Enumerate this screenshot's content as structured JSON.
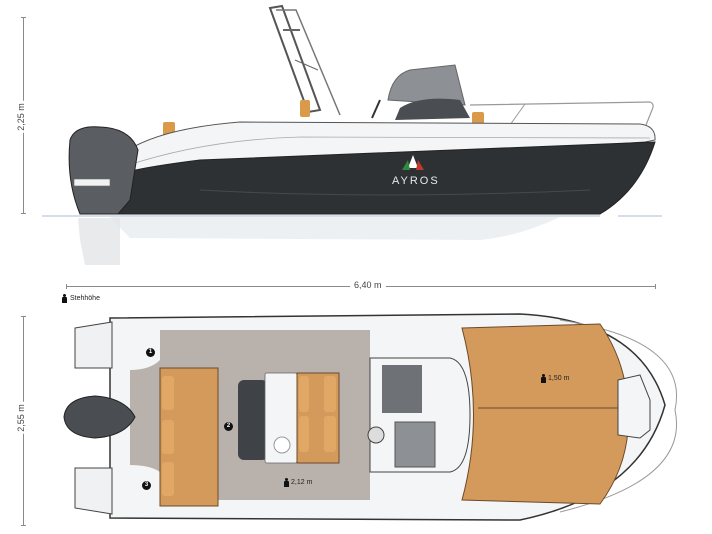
{
  "drawing": {
    "subject": "AYROS boat side and top view",
    "brand": "AYROS",
    "side_view": {
      "height_dimension": "2,25 m",
      "length_dimension": "6,40 m"
    },
    "top_view": {
      "beam_dimension": "2,55 m",
      "legend": {
        "icon": "standing-person-icon",
        "label": "Stehhöhe"
      },
      "markers": [
        {
          "number": "1"
        },
        {
          "number": "2"
        },
        {
          "number": "3"
        }
      ],
      "headroom_labels": [
        {
          "value": "2,12 m"
        },
        {
          "value": "1,50 m"
        }
      ]
    },
    "colors": {
      "hull": "#2e3134",
      "deck": "#f4f5f6",
      "teak": "#d39a5c",
      "cockpit_floor": "#b9b1ab",
      "cushion": "#e1a765",
      "waterline": "#a9bfd4",
      "engine": "#5a5d61"
    }
  }
}
